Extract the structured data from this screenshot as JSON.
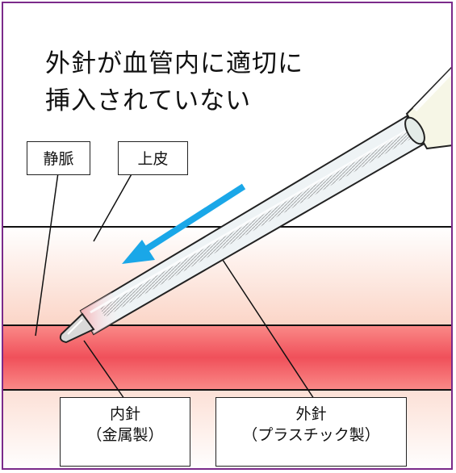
{
  "title": {
    "line1": "外針が血管内に適切に",
    "line2": "挿入されていない"
  },
  "labels": {
    "vein": "静脈",
    "epidermis": "上皮",
    "inner_needle_name": "内針",
    "inner_needle_material": "（金属製）",
    "outer_needle_name": "外針",
    "outer_needle_material": "（プラスチック製）"
  },
  "colors": {
    "frame_border": "#7b2a8a",
    "skin_top": "#ffffff",
    "skin_bottom": "#fbd5c7",
    "vein_center": "#f0505a",
    "vein_edge": "#fa8a88",
    "arrow": "#1aa7e8",
    "catheter_tip": "#f2b0b4"
  },
  "icons": {
    "insertion_arrow": "arrow-down-left-icon"
  }
}
